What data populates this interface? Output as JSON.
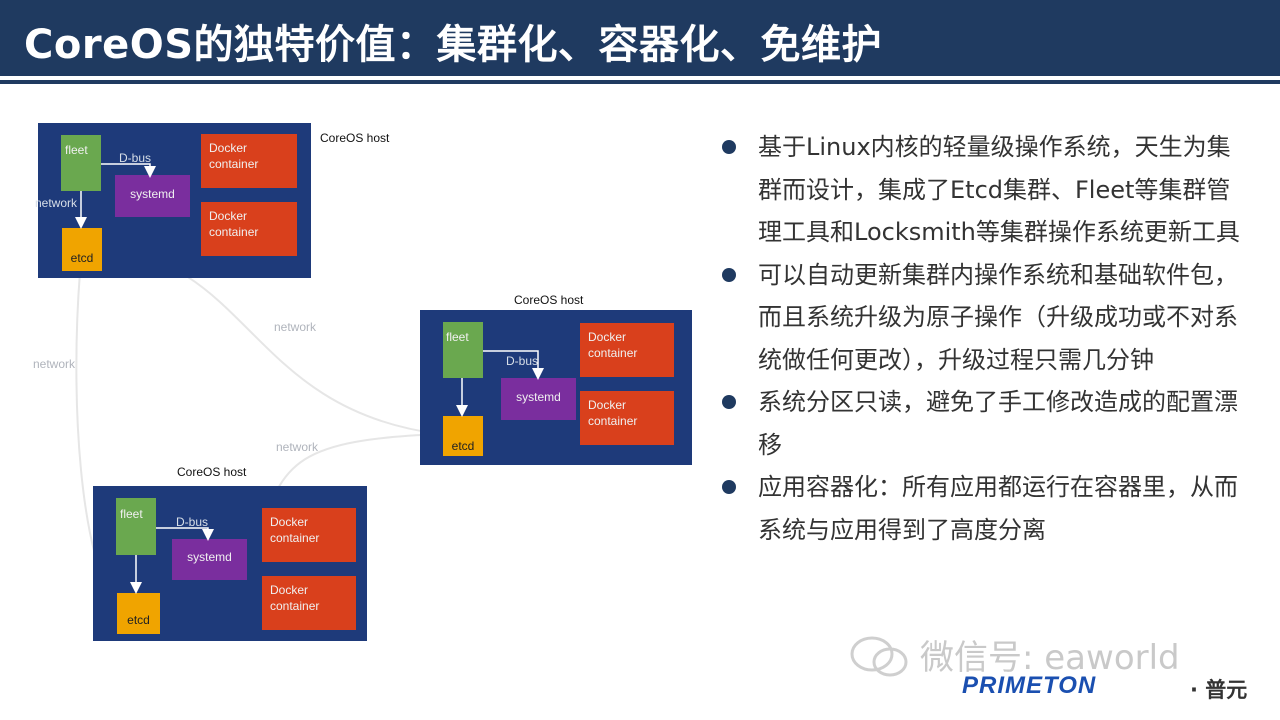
{
  "slide": {
    "title": "CoreOS的独特价值：集群化、容器化、免维护"
  },
  "diagram": {
    "hosts": [
      {
        "label": "CoreOS host",
        "fleet": "fleet",
        "dbus": "D-bus",
        "systemd": "systemd",
        "docker1": "Docker container",
        "docker2": "Docker container",
        "etcd": "etcd",
        "network": "network"
      },
      {
        "label": "CoreOS host",
        "fleet": "fleet",
        "dbus": "D-bus",
        "systemd": "systemd",
        "docker1": "Docker container",
        "docker2": "Docker container",
        "etcd": "etcd"
      },
      {
        "label": "CoreOS host",
        "fleet": "fleet",
        "dbus": "D-bus",
        "systemd": "systemd",
        "docker1": "Docker container",
        "docker2": "Docker container",
        "etcd": "etcd"
      }
    ],
    "network_links": [
      "network",
      "network",
      "network"
    ]
  },
  "bullets": [
    "基于Linux内核的轻量级操作系统，天生为集群而设计，集成了Etcd集群、Fleet等集群管理工具和Locksmith等集群操作系统更新工具",
    "可以自动更新集群内操作系统和基础软件包，而且系统升级为原子操作（升级成功或不对系统做任何更改），升级过程只需几分钟",
    "系统分区只读，避免了手工修改造成的配置漂移",
    "应用容器化：所有应用都运行在容器里，从而系统与应用得到了高度分离"
  ],
  "footer": {
    "watermark": "微信号: eaworld",
    "logo_text": "PRIMETON",
    "logo_cn": "· 普元"
  },
  "colors": {
    "header": "#1f3a60",
    "host_bg": "#1e3a7a",
    "fleet": "#6aa84f",
    "systemd": "#7a2e9e",
    "docker": "#d9401c",
    "etcd": "#f0a400"
  }
}
